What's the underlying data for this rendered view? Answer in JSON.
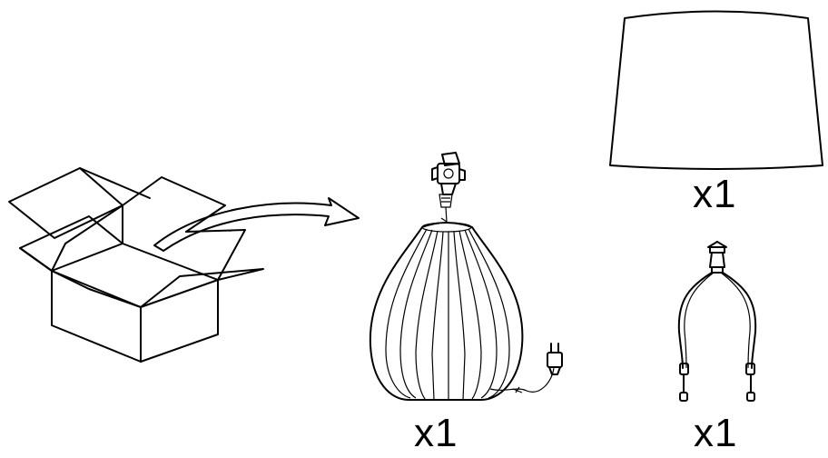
{
  "items": [
    {
      "name": "lamp-shade",
      "quantity_label": "x1"
    },
    {
      "name": "lamp-base",
      "quantity_label": "x1"
    },
    {
      "name": "harp",
      "quantity_label": "x1"
    }
  ],
  "colors": {
    "line": "#000000",
    "background": "#ffffff"
  }
}
